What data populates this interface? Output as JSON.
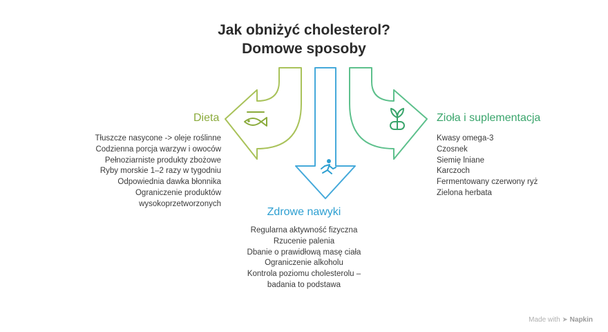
{
  "title": {
    "line1": "Jak obniżyć cholesterol?",
    "line2": "Domowe sposoby"
  },
  "colors": {
    "dieta": "#8bab3c",
    "nawyki": "#2d9fd1",
    "ziola": "#3aa56c"
  },
  "icons": {
    "dieta": "fish-icon",
    "nawyki": "runner-icon",
    "ziola": "pill-plant-icon"
  },
  "sections": {
    "dieta": {
      "heading": "Dieta",
      "items": [
        "Tłuszcze nasycone -> oleje roślinne",
        "Codzienna porcja warzyw i owoców",
        "Pełnoziarniste produkty zbożowe",
        "Ryby morskie 1–2 razy w tygodniu",
        "Odpowiednia dawka błonnika",
        "Ograniczenie produktów wysokoprzetworzonych"
      ]
    },
    "ziola": {
      "heading": "Zioła i suplementacja",
      "items": [
        "Kwasy omega-3",
        "Czosnek",
        "Siemię lniane",
        "Karczoch",
        "Fermentowany czerwony ryż",
        "Zielona herbata"
      ]
    },
    "nawyki": {
      "heading": "Zdrowe nawyki",
      "items": [
        "Regularna aktywność fizyczna",
        "Rzucenie palenia",
        "Dbanie o prawidłową masę ciała",
        "Ograniczenie alkoholu",
        "Kontrola poziomu cholesterolu – badania to podstawa"
      ]
    }
  },
  "brand": {
    "prefix": "Made with",
    "name": "Napkin"
  }
}
